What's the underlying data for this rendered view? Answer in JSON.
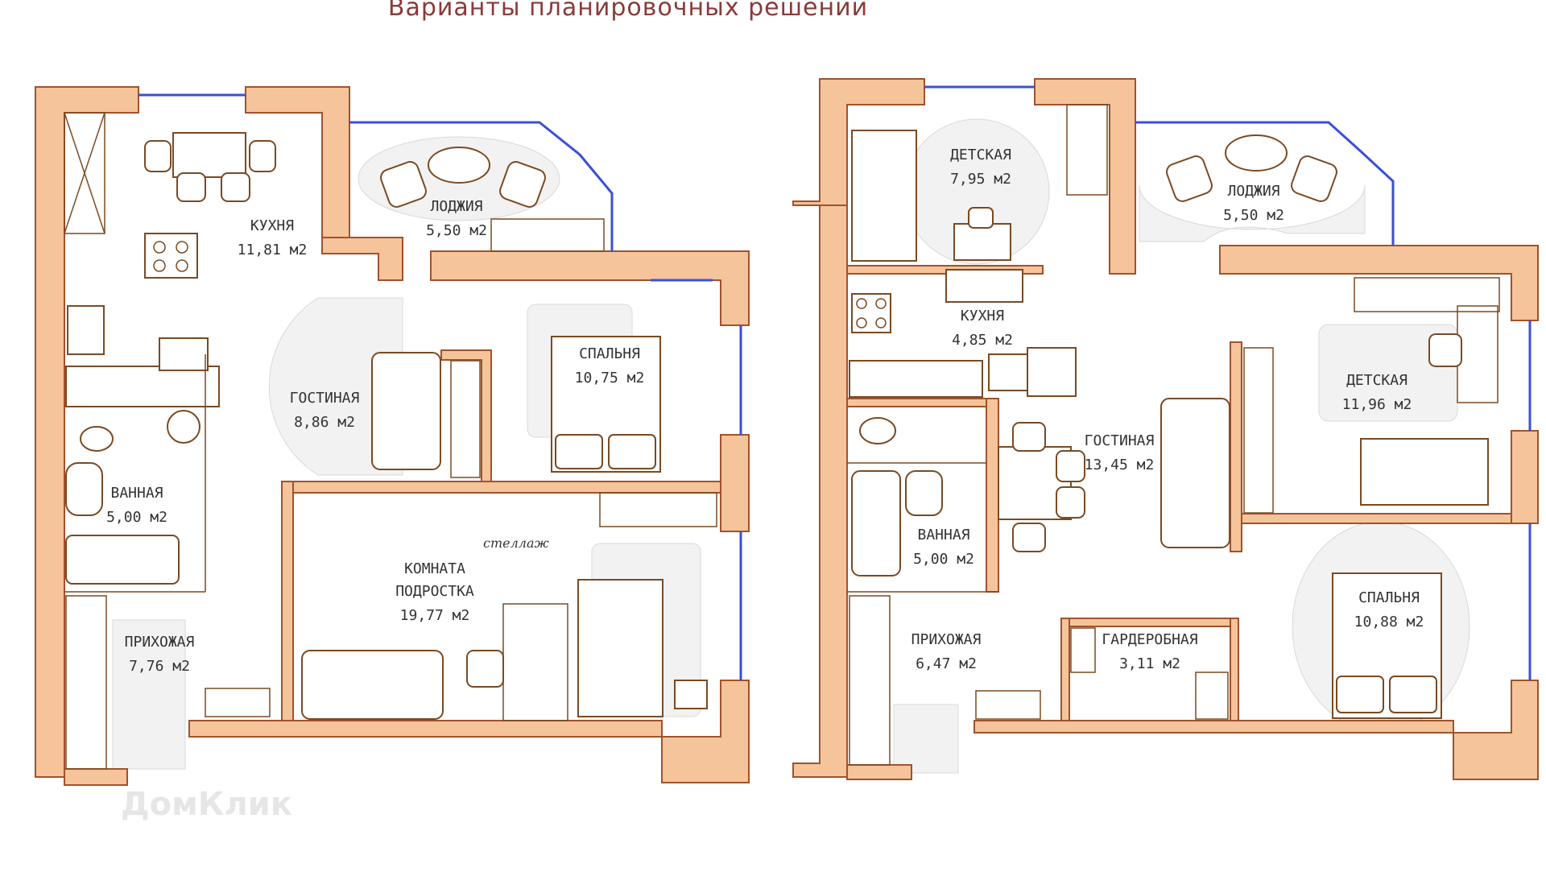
{
  "header": {
    "title": "Варианты планировочных решений"
  },
  "watermark": "ДомКлик",
  "plan_a": {
    "rooms": [
      {
        "name": "КУХНЯ",
        "area": "11,81 м2"
      },
      {
        "name": "ЛОДЖИЯ",
        "area": "5,50 м2"
      },
      {
        "name": "ГОСТИНАЯ",
        "area": "8,86 м2"
      },
      {
        "name": "СПАЛЬНЯ",
        "area": "10,75 м2"
      },
      {
        "name": "ВАННАЯ",
        "area": "5,00 м2"
      },
      {
        "name_line1": "КОМНАТА",
        "name_line2": "ПОДРОСТКА",
        "area": "19,77 м2"
      },
      {
        "name": "ПРИХОЖАЯ",
        "area": "7,76 м2"
      }
    ],
    "note": "стеллаж"
  },
  "plan_b": {
    "rooms": [
      {
        "name": "ДЕТСКАЯ",
        "area": "7,95 м2"
      },
      {
        "name": "ЛОДЖИЯ",
        "area": "5,50 м2"
      },
      {
        "name": "КУХНЯ",
        "area": "4,85 м2"
      },
      {
        "name": "ГОСТИНАЯ",
        "area": "13,45 м2"
      },
      {
        "name": "ДЕТСКАЯ",
        "area": "11,96 м2"
      },
      {
        "name": "ВАННАЯ",
        "area": "5,00 м2"
      },
      {
        "name": "ПРИХОЖАЯ",
        "area": "6,47 м2"
      },
      {
        "name": "ГАРДЕРОБНАЯ",
        "area": "3,11 м2"
      },
      {
        "name": "СПАЛЬНЯ",
        "area": "10,88 м2"
      }
    ]
  },
  "colors": {
    "wall": "#f6c49a",
    "wall_stroke": "#a0522d",
    "window": "#3b4fd8",
    "furniture": "#7a4a22",
    "title": "#8a3a3a"
  }
}
